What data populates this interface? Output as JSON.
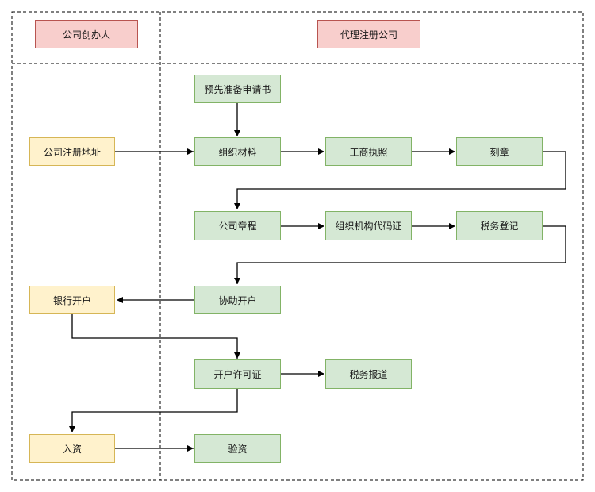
{
  "lanes": {
    "founder_header": "公司创办人",
    "agent_header": "代理注册公司"
  },
  "founder": {
    "address": "公司注册地址",
    "bank_account": "银行开户",
    "capital": "入资"
  },
  "agent": {
    "prepare_application": "预先准备申请书",
    "organize_materials": "组织材料",
    "business_license": "工商执照",
    "seal_carving": "刻章",
    "articles": "公司章程",
    "org_code_cert": "组织机构代码证",
    "tax_registration": "税务登记",
    "assist_bank_account": "协助开户",
    "account_permit": "开户许可证",
    "tax_report": "税务报道",
    "capital_verification": "验资"
  }
}
